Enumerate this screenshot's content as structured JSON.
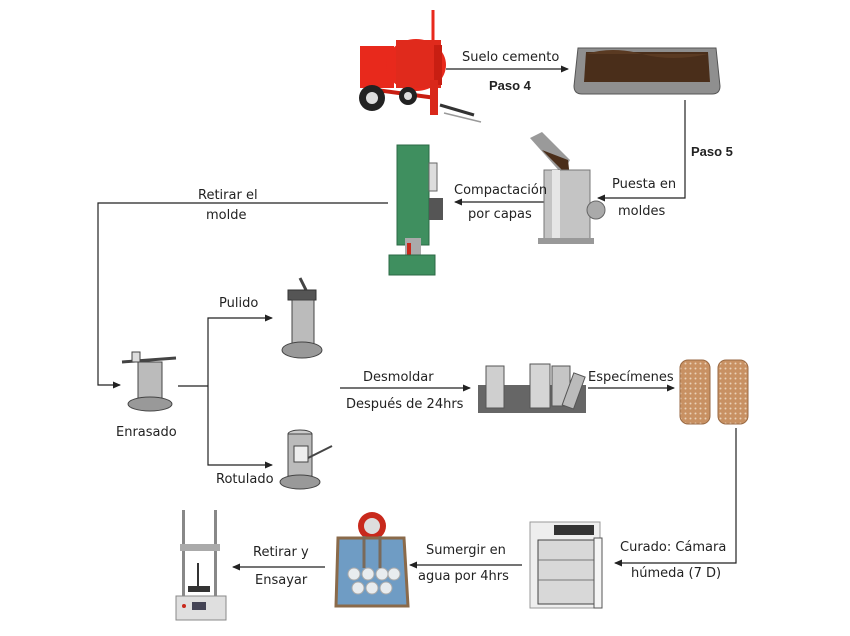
{
  "title": "Procedimiento de elaboración de especímenes de suelo cemento",
  "steps": {
    "paso4": "Paso 4",
    "paso5": "Paso 5"
  },
  "labels": {
    "suelo_cemento": "Suelo cemento",
    "puesta_1": "Puesta en",
    "puesta_2": "moldes",
    "compactacion_1": "Compactación",
    "compactacion_2": "por capas",
    "retirar_molde_1": "Retirar el",
    "retirar_molde_2": "molde",
    "pulido": "Pulido",
    "enrasado": "Enrasado",
    "rotulado": "Rotulado",
    "desmoldar": "Desmoldar",
    "despues_24": "Después de 24hrs",
    "especimenes": "Especímenes",
    "curado_1": "Curado: Cámara",
    "curado_2": "húmeda (7 D)",
    "sumergir_1": "Sumergir en",
    "sumergir_2": "agua por 4hrs",
    "retirar_ensayar_1": "Retirar y",
    "retirar_ensayar_2": "Ensayar"
  },
  "illustrations": [
    "concrete-mixer",
    "soil-tray",
    "mold-filling",
    "compaction-machine",
    "strike-off-mold",
    "polished-mold",
    "labeled-mold",
    "demolded-molds",
    "specimens",
    "humid-chamber",
    "water-immersion",
    "testing-press"
  ],
  "colors": {
    "mixer_red": "#e8291c",
    "soil_brown": "#4a2e1a",
    "machine_green": "#3f8f5f",
    "specimen_tan": "#c89163",
    "water_blue": "#6f9cc4"
  }
}
